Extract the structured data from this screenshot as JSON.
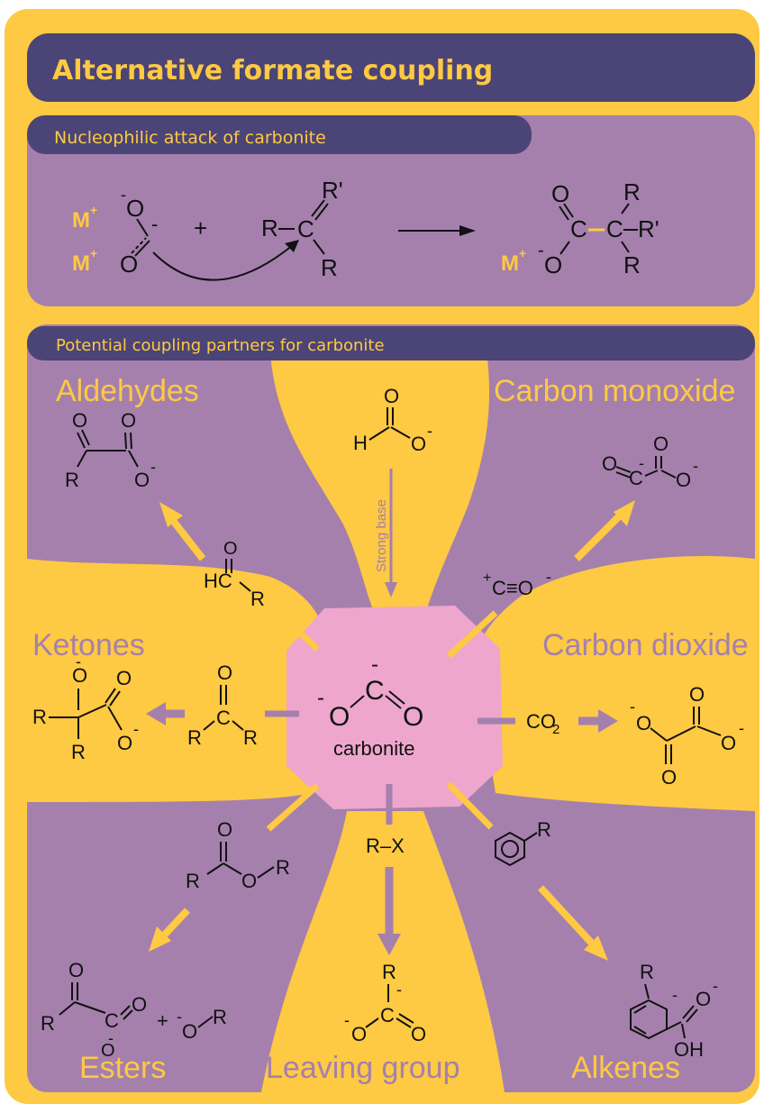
{
  "title": "Alternative formate coupling",
  "colors": {
    "yellow": "#FEC943",
    "purple": "#A580AD",
    "navy": "#4B4476",
    "pink": "#EEA6CC",
    "black": "#111111",
    "white": "#FFFFFF"
  },
  "section1": {
    "header": "Nucleophilic attack of carbonite",
    "reaction": {
      "metal": "M",
      "plus": "+",
      "O": "O",
      "minus": "-",
      "alkene_R": "R",
      "alkene_Rp": "R'",
      "C": "C",
      "product_R": "R",
      "product_Rp": "R'"
    }
  },
  "section2": {
    "header": "Potential coupling partners for carbonite",
    "categories": {
      "aldehydes": "Aldehydes",
      "carbon_monoxide": "Carbon monoxide",
      "ketones": "Ketones",
      "carbon_dioxide": "Carbon dioxide",
      "esters": "Esters",
      "leaving_group": "Leaving group",
      "alkenes": "Alkenes"
    },
    "center_label": "carbonite",
    "strong_base": "Strong base",
    "reagents": {
      "co": "C≡O",
      "co2": "CO",
      "co2_sub": "2",
      "rx": "R–X",
      "aldehyde_hc": "HC",
      "formate_h": "H"
    },
    "symbols": {
      "O": "O",
      "C": "C",
      "R": "R",
      "H": "H",
      "OH": "OH",
      "minus": "-",
      "plus": "+"
    }
  }
}
